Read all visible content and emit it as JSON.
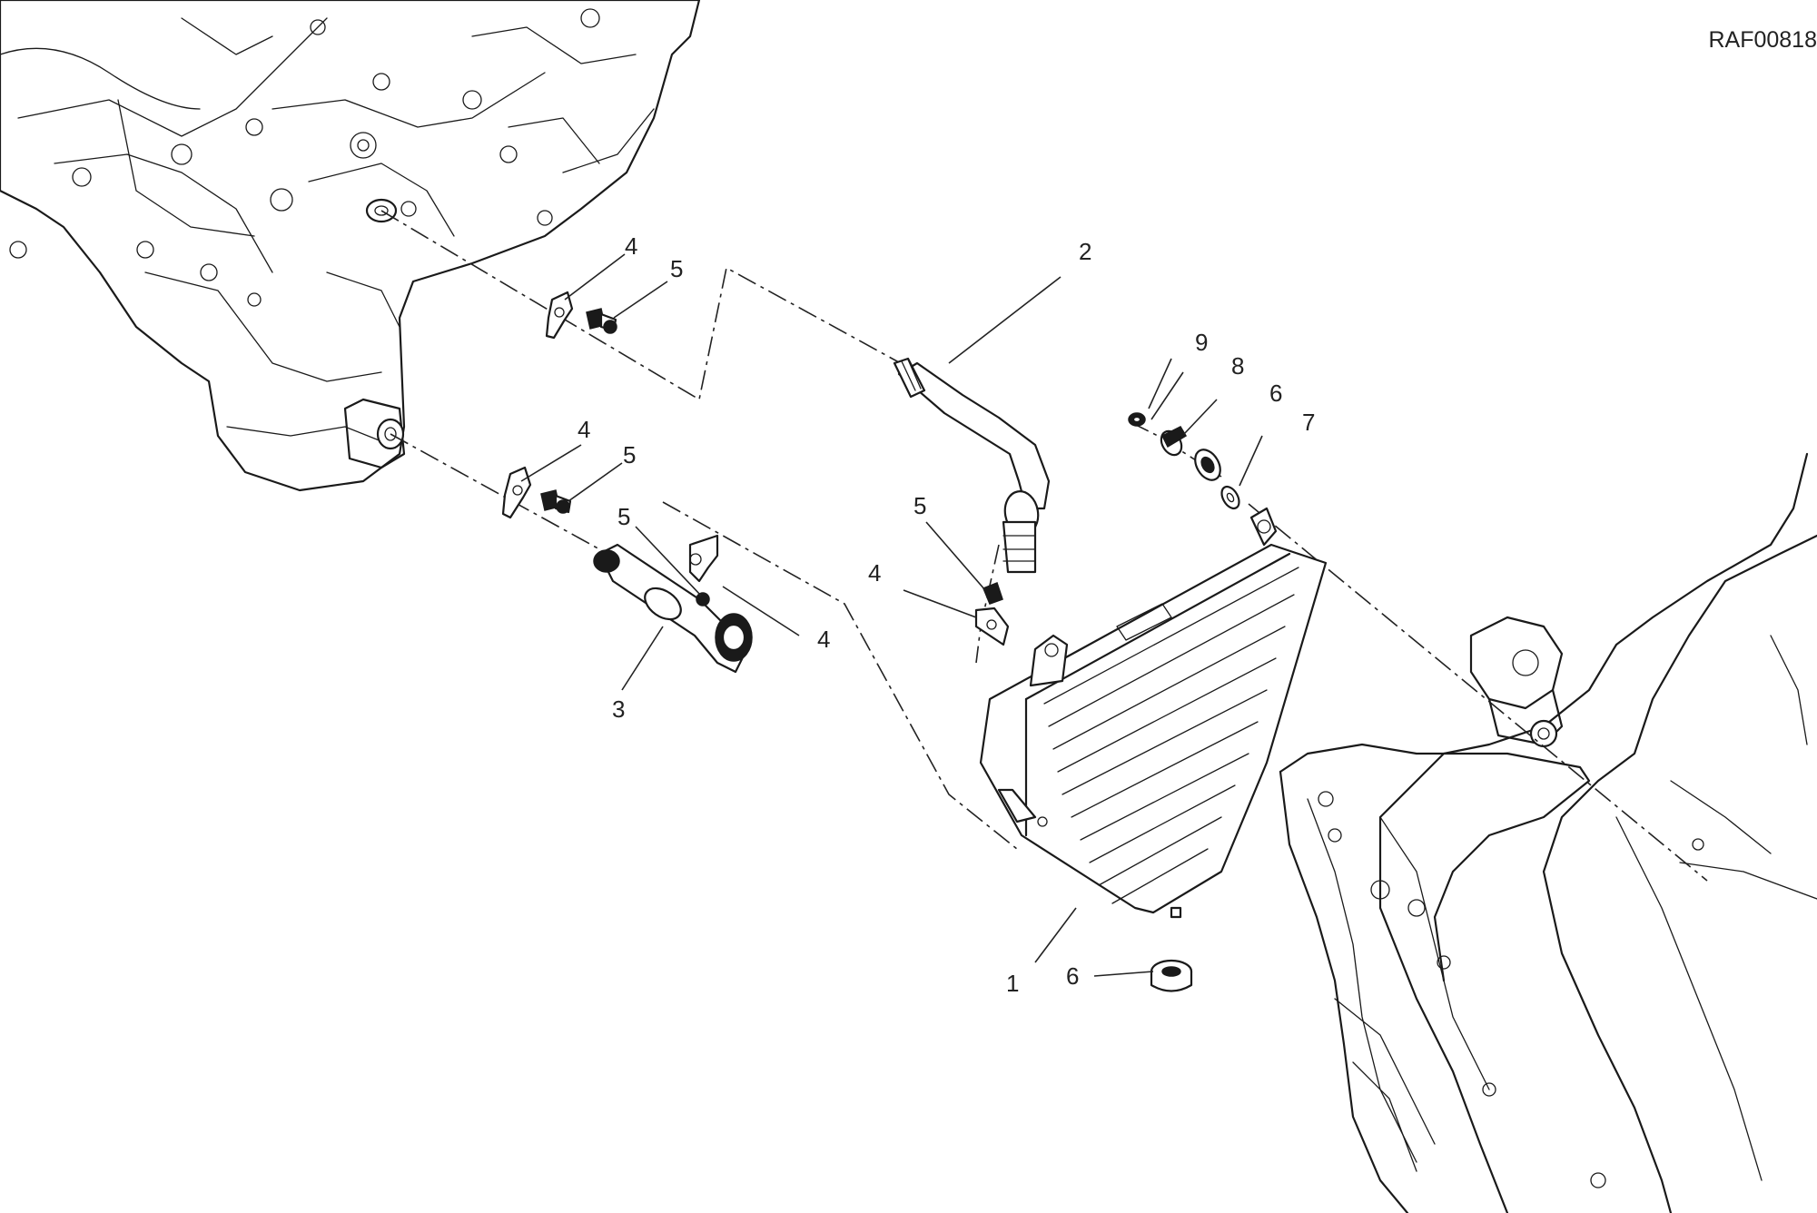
{
  "drawing_id": "RAF00818",
  "callouts": [
    {
      "label": "1"
    },
    {
      "label": "2"
    },
    {
      "label": "3"
    },
    {
      "label": "4"
    },
    {
      "label": "4"
    },
    {
      "label": "4"
    },
    {
      "label": "4"
    },
    {
      "label": "5"
    },
    {
      "label": "5"
    },
    {
      "label": "5"
    },
    {
      "label": "5"
    },
    {
      "label": "6"
    },
    {
      "label": "6"
    },
    {
      "label": "7"
    },
    {
      "label": "8"
    },
    {
      "label": "9"
    }
  ]
}
